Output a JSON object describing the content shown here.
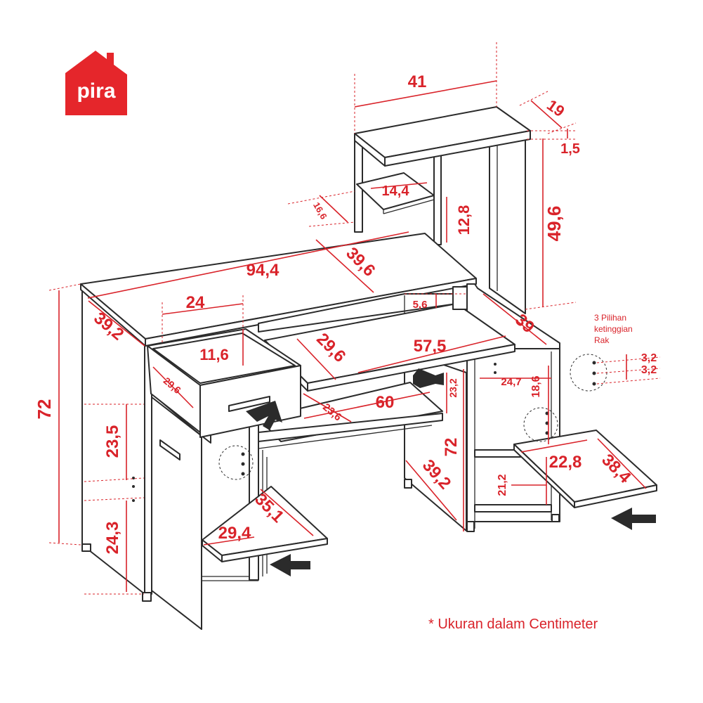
{
  "brand": {
    "logo_text": "pira",
    "color": "#e5262b"
  },
  "colors": {
    "dimension": "#d9232a",
    "outline": "#2b2b2b",
    "background": "#ffffff"
  },
  "dimensions": {
    "hutch_width": "41",
    "hutch_depth": "19",
    "hutch_top_thickness": "1,5",
    "hutch_shelf_width": "14,4",
    "hutch_offset": "16,6",
    "hutch_shelf_height": "12,8",
    "hutch_height": "49,6",
    "desk_width": "94,4",
    "desk_depth": "39,6",
    "drawer_width": "24",
    "side_depth": "39,2",
    "drawer_height": "11,6",
    "drawer_depth": "29,6",
    "keyboard_tray_depth": "29,6",
    "keyboard_tray_width": "57,5",
    "keyboard_gap": "5,6",
    "right_depth": "39",
    "cabinet_upper_height": "23,5",
    "cabinet_lower_height": "24,3",
    "total_height_left": "72",
    "lower_tray_width": "60",
    "lower_tray_depth": "23,6",
    "leg_gap": "23,2",
    "right_inner_width": "24,7",
    "right_inner_height": "18,6",
    "center_height": "72",
    "center_depth": "39,2",
    "left_shelf_depth": "35,1",
    "left_shelf_width": "29,4",
    "right_shelf_width": "22,8",
    "right_shelf_depth": "38,4",
    "right_shelf_gap": "21,2",
    "hole_spacing_1": "3,2",
    "hole_spacing_2": "3,2"
  },
  "notes": {
    "height_options_line1": "3 Pilihan",
    "height_options_line2": "ketinggian",
    "height_options_line3": "Rak",
    "unit_note": "* Ukuran dalam Centimeter"
  }
}
